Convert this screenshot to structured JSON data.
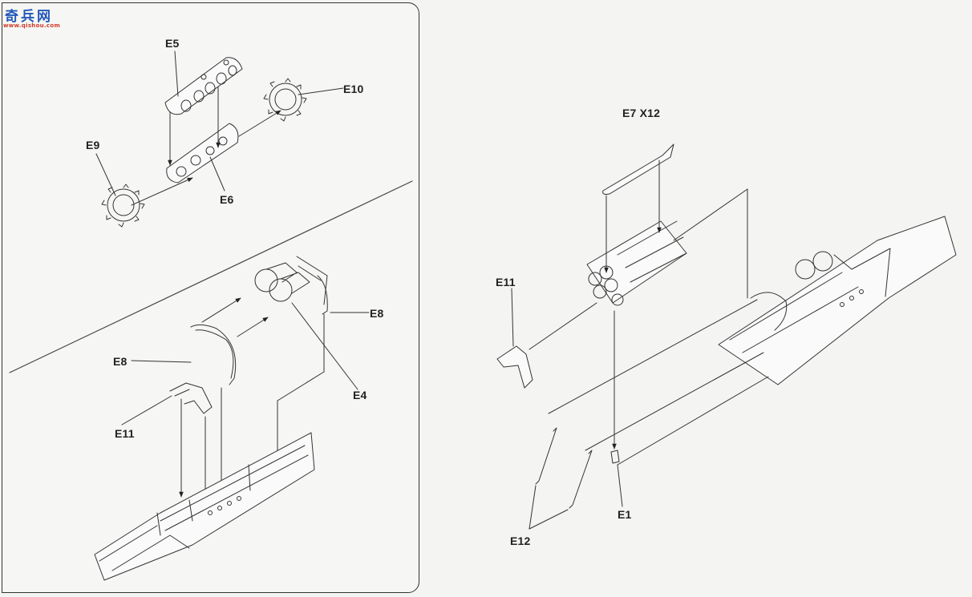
{
  "watermark": {
    "title": "奇兵网",
    "url": "www.qishou.com"
  },
  "left_panel": {
    "labels": {
      "e5": "E5",
      "e10": "E10",
      "e9": "E9",
      "e6": "E6",
      "e8_right": "E8",
      "e8_left": "E8",
      "e4": "E4",
      "e11": "E11"
    }
  },
  "right_panel": {
    "labels": {
      "e7": "E7 X12",
      "e11": "E11",
      "e1": "E1",
      "e12": "E12"
    }
  }
}
